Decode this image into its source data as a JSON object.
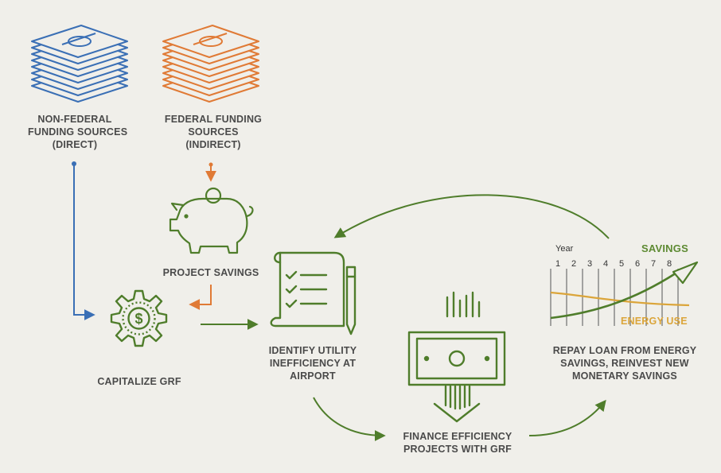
{
  "colors": {
    "blue": "#3a6fb5",
    "orange": "#e07a35",
    "green": "#4f7d2b",
    "light_green": "#6a9a3b",
    "gold": "#dba53a",
    "text": "#4a4a4a",
    "background": "#f0efea"
  },
  "nodes": {
    "non_federal": {
      "line1": "NON-FEDERAL",
      "line2": "FUNDING SOURCES",
      "line3": "(DIRECT)",
      "icon": "money-stack-icon"
    },
    "federal": {
      "line1": "FEDERAL FUNDING",
      "line2": "SOURCES",
      "line3": "(INDIRECT)",
      "icon": "money-stack-icon"
    },
    "project_savings": {
      "line1": "PROJECT SAVINGS",
      "icon": "piggy-bank-icon"
    },
    "capitalize": {
      "line1": "CAPITALIZE GRF",
      "icon": "dollar-gear-icon"
    },
    "identify": {
      "line1": "IDENTIFY UTILITY",
      "line2": "INEFFICIENCY AT",
      "line3": "AIRPORT",
      "icon": "checklist-icon"
    },
    "finance": {
      "line1": "FINANCE EFFICIENCY",
      "line2": "PROJECTS WITH GRF",
      "icon": "dollar-bill-icon"
    },
    "repay": {
      "line1": "REPAY LOAN FROM ENERGY",
      "line2": "SAVINGS, REINVEST NEW",
      "line3": "MONETARY SAVINGS",
      "icon": "savings-chart-icon"
    }
  },
  "mini_chart": {
    "year_label": "Year",
    "years": [
      "1",
      "2",
      "3",
      "4",
      "5",
      "6",
      "7",
      "8"
    ],
    "savings_label": "SAVINGS",
    "energy_label": "ENERGY USE"
  }
}
